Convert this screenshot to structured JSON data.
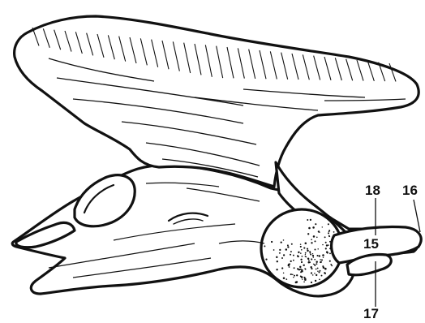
{
  "labels": {
    "l18": "18",
    "l16": "16",
    "l15": "15",
    "l17": "17"
  },
  "colors": {
    "ink": "#111111",
    "paper": "#ffffff"
  }
}
